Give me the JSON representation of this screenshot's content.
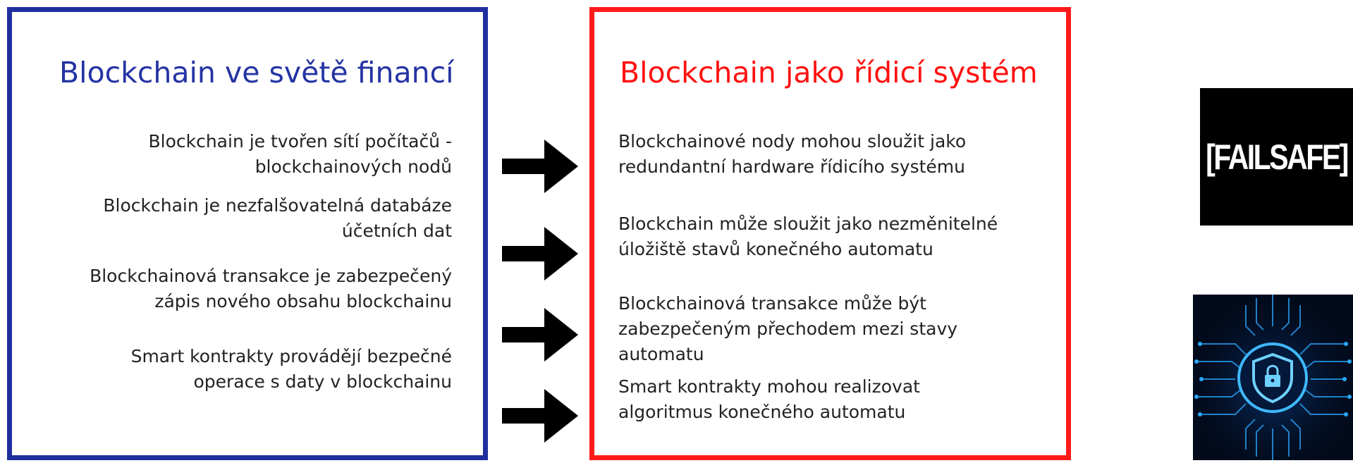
{
  "left_panel": {
    "title": "Blockchain ve světě financí",
    "border_color": "#1f2f9e",
    "title_color": "#2433a3",
    "items": [
      {
        "lines": [
          "Blockchain je tvořen sítí  počítačů -",
          "blockchainových nodů"
        ]
      },
      {
        "lines": [
          "Blockchain je nezfalšovatelná databáze",
          "účetních dat"
        ]
      },
      {
        "lines": [
          "Blockchainová transakce je zabezpečený",
          "zápis nového obsahu blockchainu"
        ]
      },
      {
        "lines": [
          "Smart kontrakty provádějí bezpečné",
          "operace s daty v blockchainu"
        ]
      }
    ]
  },
  "right_panel": {
    "title": "Blockchain jako řídicí systém",
    "border_color": "#ff1a1a",
    "title_color": "#ff1010",
    "items": [
      {
        "lines": [
          "Blockchainové nody mohou sloužit jako",
          "redundantní hardware  řídicího systému"
        ]
      },
      {
        "lines": [
          "Blockchain může sloužit jako nezměnitelné",
          "úložiště stavů konečného automatu"
        ]
      },
      {
        "lines": [
          "Blockchainová transakce může být",
          "zabezpečeným přechodem mezi stavy",
          "automatu"
        ]
      },
      {
        "lines": [
          "Smart kontrakty mohou realizovat",
          "algoritmus konečného automatu"
        ]
      }
    ]
  },
  "arrows": {
    "count": 4,
    "color": "#000000",
    "icon": "right-arrow-icon"
  },
  "logos": {
    "failsafe": {
      "text": "[FAILSAFE]",
      "background": "#000000",
      "color": "#ffffff"
    },
    "security": {
      "icon": "shield-padlock-icon",
      "background": "#020b1c",
      "accent": "#2aa8ff"
    }
  }
}
